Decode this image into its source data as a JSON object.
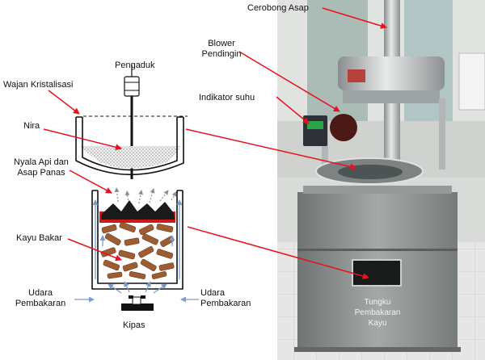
{
  "labels": {
    "pengaduk": "Pengaduk",
    "wajan": "Wajan Kristalisasi",
    "nira": "Nira",
    "nyala_1": "Nyala Api dan",
    "nyala_2": "Asap Panas",
    "kayu_bakar": "Kayu Bakar",
    "udara_left_1": "Udara",
    "udara_left_2": "Pembakaran",
    "udara_right_1": "Udara",
    "udara_right_2": "Pembakaran",
    "kipas": "Kipas",
    "cerobong": "Cerobong Asap",
    "blower_1": "Blower",
    "blower_2": "Pendingin",
    "indikator": "Indikator suhu",
    "tungku_1": "Tungku",
    "tungku_2": "Pembakaran",
    "tungku_3": "Kayu"
  },
  "colors": {
    "arrow_red": "#e8101e",
    "airflow": "#7a9ccc",
    "wood": "#9c5d33",
    "ember": "#cc1a1a",
    "steel": "#8c9090"
  }
}
